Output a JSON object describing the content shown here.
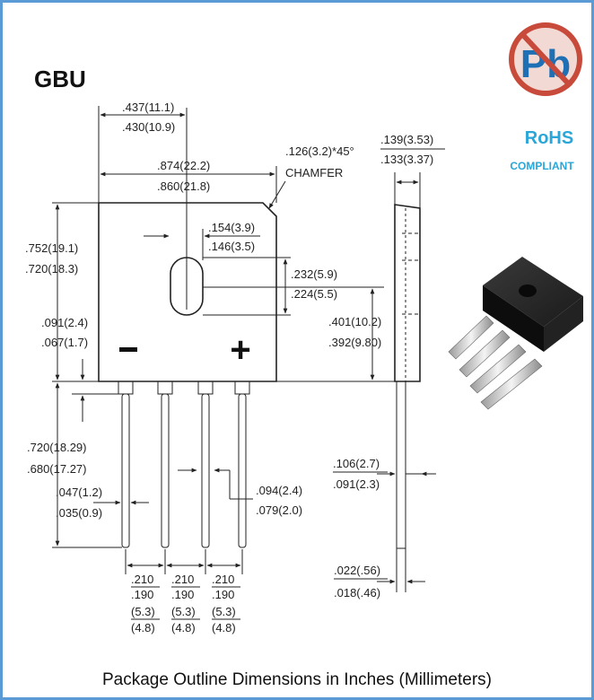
{
  "title": "GBU",
  "caption": "Package Outline Dimensions in Inches (Millimeters)",
  "badges": {
    "pb_symbol": "Pb",
    "rohs": "RoHS",
    "compliant": "COMPLIANT"
  },
  "polarity": {
    "minus": "-",
    "plus": "+"
  },
  "colors": {
    "frame": "#5a9bd5",
    "rohs": "#2aa6d8",
    "pb_ring": "#c84a3a",
    "pb_text": "#1f6fb5"
  },
  "dimensions": {
    "hole_to_edge_max": ".437(11.1)",
    "hole_to_edge_min": ".430(10.9)",
    "chamfer_value": ".126(3.2)*45°",
    "chamfer_label": "CHAMFER",
    "body_width_max": ".874(22.2)",
    "body_width_min": ".860(21.8)",
    "hole_width_max": ".154(3.9)",
    "hole_width_min": ".146(3.5)",
    "body_height_max": ".752(19.1)",
    "body_height_min": ".720(18.3)",
    "hole_height_max": ".232(5.9)",
    "hole_height_min": ".224(5.5)",
    "lead_step_max": ".091(2.4)",
    "lead_step_min": ".067(1.7)",
    "hole_center_max": ".401(10.2)",
    "hole_center_min": ".392(9.80)",
    "lead_length_max": ".720(18.29)",
    "lead_length_min": ".680(17.27)",
    "lead_width_max": ".047(1.2)",
    "lead_width_min": ".035(0.9)",
    "lead_shoulder_max": ".094(2.4)",
    "lead_shoulder_min": ".079(2.0)",
    "side_thickness_max": ".139(3.53)",
    "side_thickness_min": ".133(3.37)",
    "lead_offset_max": ".106(2.7)",
    "lead_offset_min": ".091(2.3)",
    "lead_thickness_max": ".022(.56)",
    "lead_thickness_min": ".018(.46)",
    "pitch": [
      {
        "max": ".210",
        "min": ".190",
        "mm_max": "(5.3)",
        "mm_min": "(4.8)"
      },
      {
        "max": ".210",
        "min": ".190",
        "mm_max": "(5.3)",
        "mm_min": "(4.8)"
      },
      {
        "max": ".210",
        "min": ".190",
        "mm_max": "(5.3)",
        "mm_min": "(4.8)"
      }
    ]
  }
}
